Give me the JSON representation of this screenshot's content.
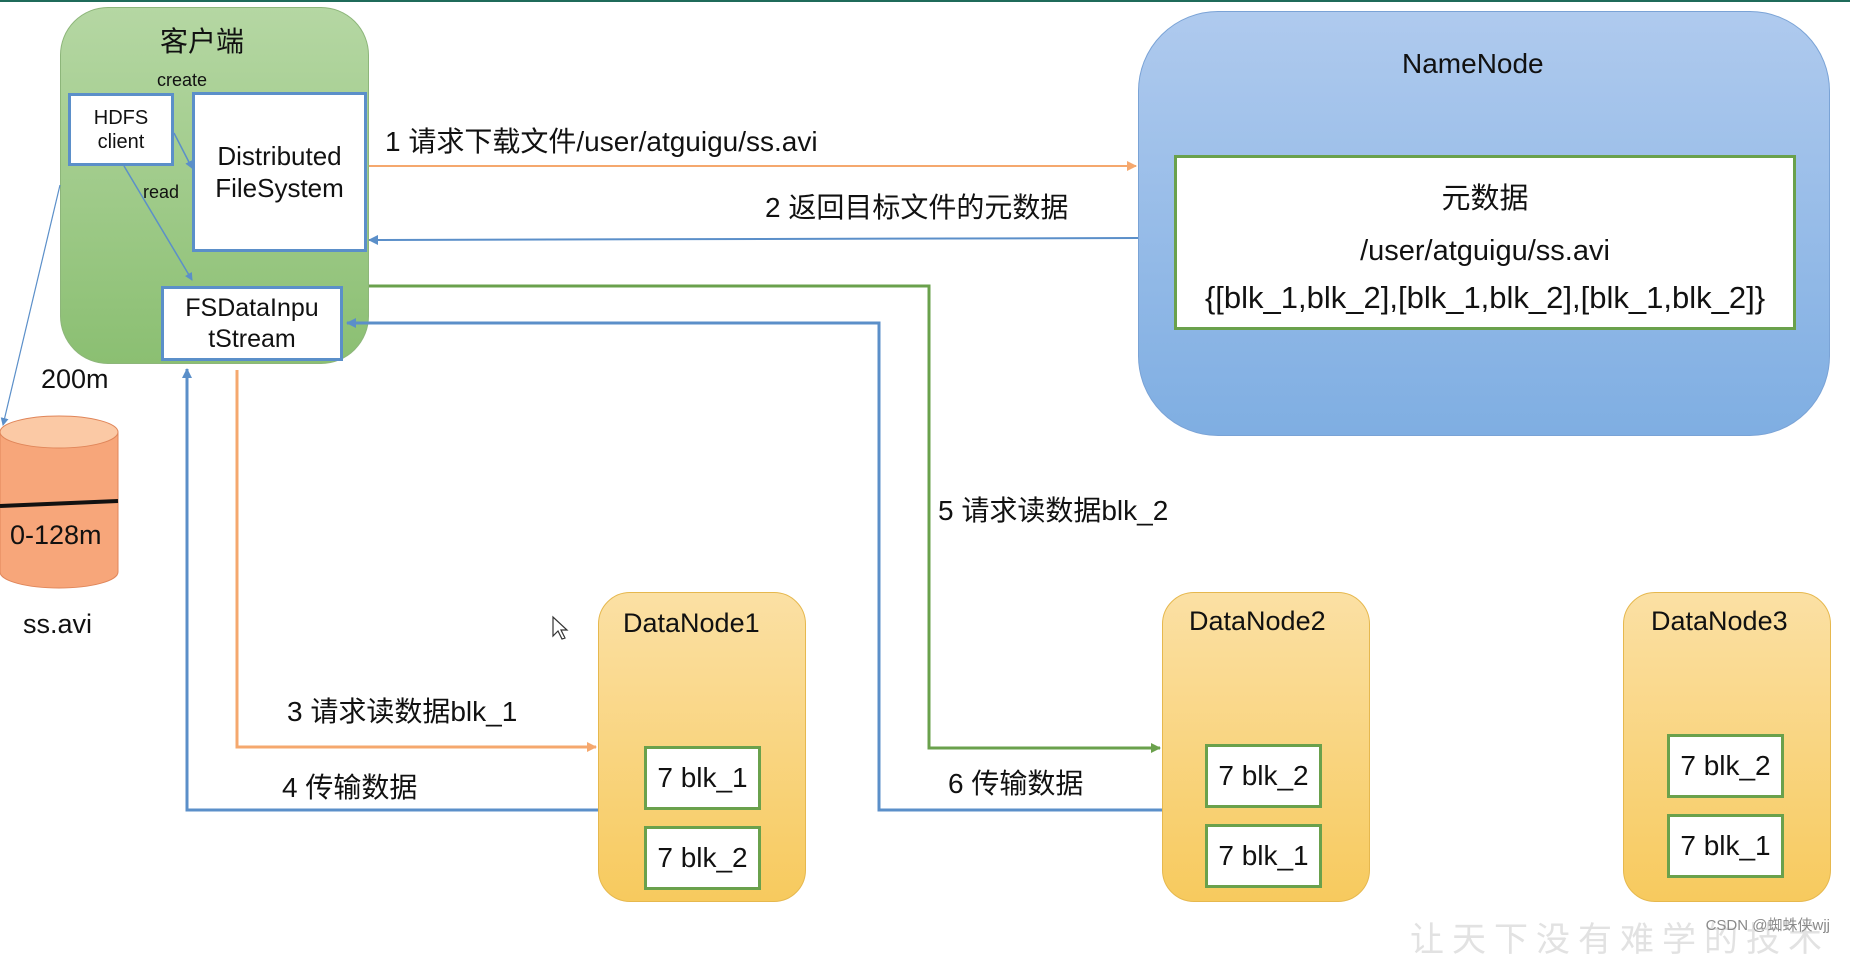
{
  "client": {
    "title": "客户端",
    "create_label": "create",
    "read_label": "read",
    "hdfs_client": [
      "HDFS",
      "client"
    ],
    "distributed_fs": [
      "Distributed",
      "FileSystem"
    ],
    "fs_input_stream": [
      "FSDataInpu",
      "tStream"
    ]
  },
  "namenode": {
    "title": "NameNode",
    "metadata_title": "元数据",
    "metadata_path": "/user/atguigu/ss.avi",
    "metadata_blocks": "{[blk_1,blk_2],[blk_1,blk_2],[blk_1,blk_2]}"
  },
  "file": {
    "size_label": "200m",
    "segment_label": "0-128m",
    "name": "ss.avi"
  },
  "steps": {
    "s1": "1 请求下载文件/user/atguigu/ss.avi",
    "s2": "2 返回目标文件的元数据",
    "s3": "3 请求读数据blk_1",
    "s4": "4 传输数据",
    "s5": "5 请求读数据blk_2",
    "s6": "6 传输数据"
  },
  "datanodes": [
    {
      "title": "DataNode1",
      "blocks": [
        "7 blk_1",
        "7 blk_2"
      ]
    },
    {
      "title": "DataNode2",
      "blocks": [
        "7 blk_2",
        "7 blk_1"
      ]
    },
    {
      "title": "DataNode3",
      "blocks": [
        "7 blk_2",
        "7 blk_1"
      ]
    }
  ],
  "credit": "CSDN @蜘蛛侠wjj",
  "watermark": "让天下没有难学的技术",
  "colors": {
    "orange_arrow": "#f5a86e",
    "blue_arrow": "#5b8fc9",
    "green_arrow": "#6aa14c",
    "client_fill": "#a9d08e",
    "namenode_fill": "#9dc3e6",
    "datanode_fill": "#fad27a"
  }
}
